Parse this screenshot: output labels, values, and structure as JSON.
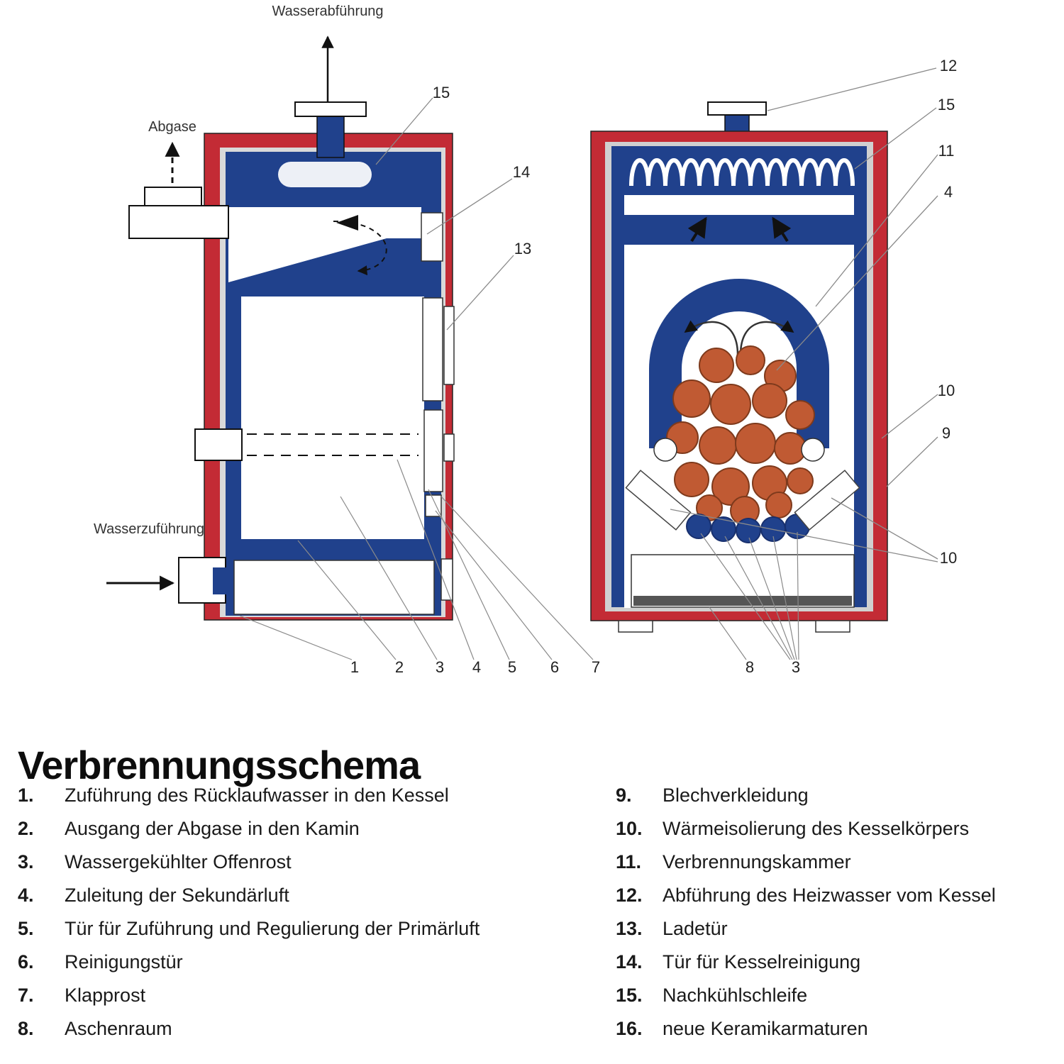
{
  "title": "Verbrennungsschema",
  "colors": {
    "red": "#c32b35",
    "blue": "#20418c",
    "fuel": "#c05a33",
    "insulation": "#d0d0d0",
    "callout_line": "#8a8a8a"
  },
  "diagram_left": {
    "label_water_out": "Wasserabführung",
    "label_flue": "Abgase",
    "label_water_in": "Wasserzuführung",
    "callout_15": "15",
    "callout_14": "14",
    "callout_13": "13",
    "bottom_callouts": [
      "1",
      "2",
      "3",
      "4",
      "5",
      "6",
      "7"
    ]
  },
  "diagram_right": {
    "callout_12": "12",
    "callout_15": "15",
    "callout_11": "11",
    "callout_4": "4",
    "callout_10a": "10",
    "callout_9": "9",
    "callout_10b": "10",
    "callout_8": "8",
    "callout_3": "3"
  },
  "legend": {
    "left": [
      {
        "num": "1.",
        "text": "Zuführung des Rücklaufwasser in den Kessel"
      },
      {
        "num": "2.",
        "text": "Ausgang der Abgase in den Kamin"
      },
      {
        "num": "3.",
        "text": "Wassergekühlter Offenrost"
      },
      {
        "num": "4.",
        "text": "Zuleitung der Sekundärluft"
      },
      {
        "num": "5.",
        "text": "Tür für Zuführung und Regulierung der Primärluft"
      },
      {
        "num": "6.",
        "text": "Reinigungstür"
      },
      {
        "num": "7.",
        "text": "Klapprost"
      },
      {
        "num": "8.",
        "text": "Aschenraum"
      }
    ],
    "right": [
      {
        "num": "9.",
        "text": "Blechverkleidung"
      },
      {
        "num": "10.",
        "text": "Wärmeisolierung des Kesselkörpers"
      },
      {
        "num": "11.",
        "text": "Verbrennungskammer"
      },
      {
        "num": "12.",
        "text": "Abführung des Heizwasser vom Kessel"
      },
      {
        "num": "13.",
        "text": "Ladetür"
      },
      {
        "num": "14.",
        "text": "Tür für Kesselreinigung"
      },
      {
        "num": "15.",
        "text": "Nachkühlschleife"
      },
      {
        "num": "16.",
        "text": "neue Keramikarmaturen"
      }
    ]
  }
}
